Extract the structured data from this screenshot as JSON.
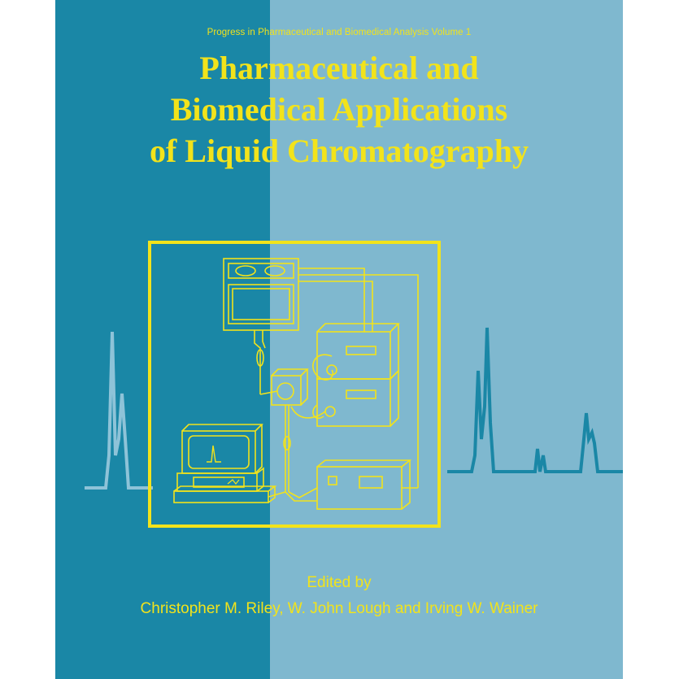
{
  "cover": {
    "series": "Progress in Pharmaceutical and Biomedical Analysis Volume 1",
    "title_lines": [
      "Pharmaceutical and",
      "Biomedical Applications",
      "of Liquid Chromatography"
    ],
    "edited_by": "Edited by",
    "editors": "Christopher M. Riley, W. John Lough and Irving W. Wainer"
  },
  "colors": {
    "dark_teal": "#1a87a6",
    "light_blue": "#7fb8cf",
    "yellow": "#f2e31b",
    "peak_left": "#8ec3d8",
    "peak_right": "#1a87a6"
  },
  "icons": [
    "instrument-diagram-icon",
    "chromatogram-icon"
  ]
}
